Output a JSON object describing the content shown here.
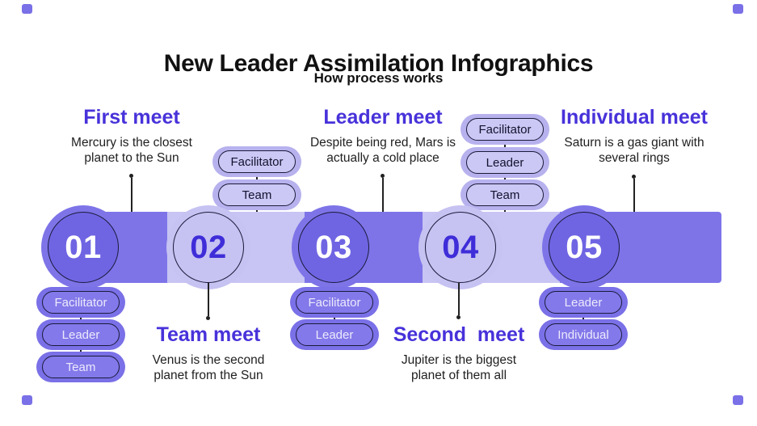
{
  "header": {
    "title": "New Leader Assimilation Infographics",
    "subtitle": "How process works"
  },
  "colors": {
    "title-text": "#111111",
    "heading-accent": "#4732da",
    "body-text": "#212121",
    "band-medium": "#7e74e8",
    "band-light": "#c8c4f3",
    "circle-dark": "#6f65e3",
    "circle-light": "#c6c2f2",
    "number-on-dark": "#ffffff",
    "number-on-light": "#3e2dd8",
    "pill-dark-fill": "#8379ea",
    "pill-dark-glow": "#7a70e7",
    "pill-dark-text": "#eceafc",
    "pill-light-fill": "#cbc8f5",
    "pill-light-glow": "#b7b2ee",
    "pill-light-text": "#14122e",
    "outline-dark": "#1c1a3a",
    "connector": "#222222",
    "corner-accent": "#7a70e7"
  },
  "timeline": {
    "steps": [
      {
        "number": "01",
        "heading": "First meet",
        "description": "Mercury is the closest\nplanet to the Sun",
        "heading_position": "top",
        "circle_style": "dark",
        "pills_position": "bottom",
        "pill_style": "dark",
        "pills": [
          "Facilitator",
          "Leader",
          "Team"
        ]
      },
      {
        "number": "02",
        "heading": "Team meet",
        "description": "Venus is the second\nplanet from the Sun",
        "heading_position": "bottom",
        "circle_style": "light",
        "pills_position": "top",
        "pill_style": "light",
        "pills": [
          "Facilitator",
          "Team"
        ]
      },
      {
        "number": "03",
        "heading": "Leader meet",
        "description": "Despite being red, Mars is\nactually a cold place",
        "heading_position": "top",
        "circle_style": "dark",
        "pills_position": "bottom",
        "pill_style": "dark",
        "pills": [
          "Facilitator",
          "Leader"
        ]
      },
      {
        "number": "04",
        "heading": "Second  meet",
        "description": "Jupiter is the biggest\nplanet of them all",
        "heading_position": "bottom",
        "circle_style": "light",
        "pills_position": "top",
        "pill_style": "light",
        "pills": [
          "Facilitator",
          "Leader",
          "Team"
        ]
      },
      {
        "number": "05",
        "heading": "Individual meet",
        "description": "Saturn is a gas giant with\nseveral rings",
        "heading_position": "top",
        "circle_style": "dark",
        "pills_position": "bottom",
        "pill_style": "dark",
        "pills": [
          "Leader",
          "Individual"
        ]
      }
    ]
  }
}
